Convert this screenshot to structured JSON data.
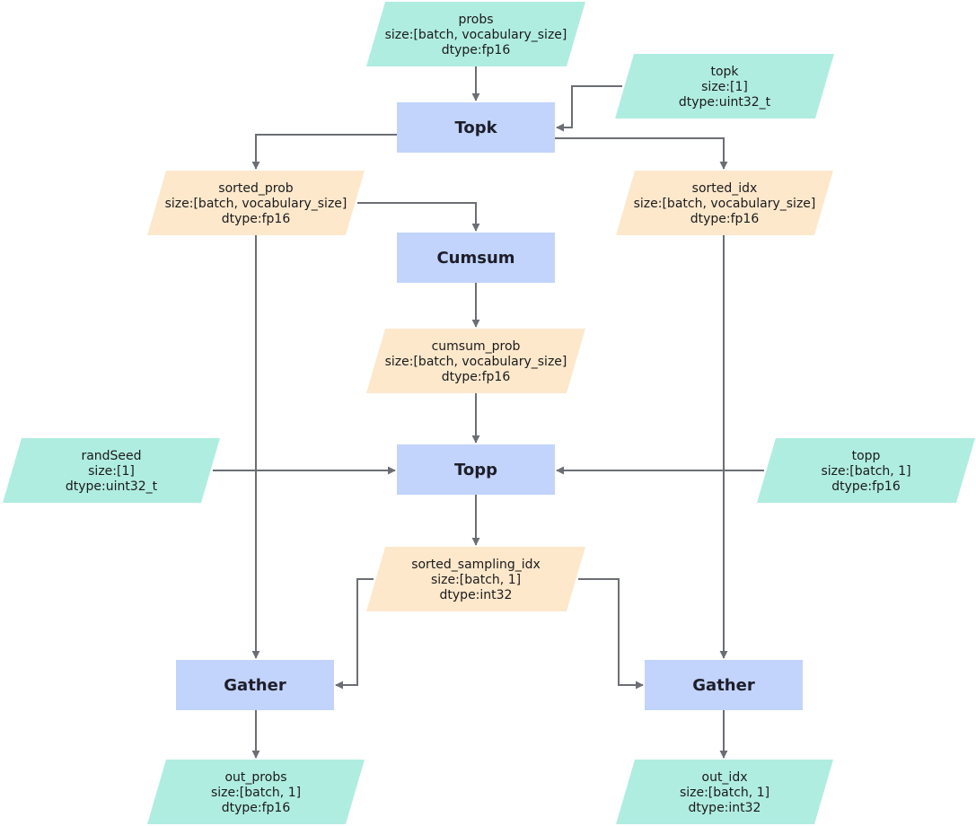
{
  "colors": {
    "input_fill": "#b0ede1",
    "intermediate_fill": "#fde8cc",
    "op_fill": "#c2d4fb",
    "edge": "#6b6e74",
    "background": "#ffffff"
  },
  "nodes": {
    "probs": {
      "kind": "input",
      "lines": [
        "probs",
        "size:[batch, vocabulary_size]",
        "dtype:fp16"
      ]
    },
    "topk_in": {
      "kind": "input",
      "lines": [
        "topk",
        "size:[1]",
        "dtype:uint32_t"
      ]
    },
    "topk_op": {
      "kind": "op",
      "label": "Topk"
    },
    "sorted_prob": {
      "kind": "intermediate",
      "lines": [
        "sorted_prob",
        "size:[batch, vocabulary_size]",
        "dtype:fp16"
      ]
    },
    "sorted_idx": {
      "kind": "intermediate",
      "lines": [
        "sorted_idx",
        "size:[batch, vocabulary_size]",
        "dtype:fp16"
      ]
    },
    "cumsum_op": {
      "kind": "op",
      "label": "Cumsum"
    },
    "cumsum_prob": {
      "kind": "intermediate",
      "lines": [
        "cumsum_prob",
        "size:[batch, vocabulary_size]",
        "dtype:fp16"
      ]
    },
    "randseed": {
      "kind": "input",
      "lines": [
        "randSeed",
        "size:[1]",
        "dtype:uint32_t"
      ]
    },
    "topp_op": {
      "kind": "op",
      "label": "Topp"
    },
    "topp_in": {
      "kind": "input",
      "lines": [
        "topp",
        "size:[batch, 1]",
        "dtype:fp16"
      ]
    },
    "sorted_sampling_idx": {
      "kind": "intermediate",
      "lines": [
        "sorted_sampling_idx",
        "size:[batch, 1]",
        "dtype:int32"
      ]
    },
    "gather_left": {
      "kind": "op",
      "label": "Gather"
    },
    "gather_right": {
      "kind": "op",
      "label": "Gather"
    },
    "out_probs": {
      "kind": "input",
      "lines": [
        "out_probs",
        "size:[batch, 1]",
        "dtype:fp16"
      ]
    },
    "out_idx": {
      "kind": "input",
      "lines": [
        "out_idx",
        "size:[batch, 1]",
        "dtype:int32"
      ]
    }
  },
  "edges": [
    {
      "from": "probs",
      "to": "topk_op"
    },
    {
      "from": "topk_in",
      "to": "topk_op"
    },
    {
      "from": "topk_op",
      "to": "sorted_prob"
    },
    {
      "from": "topk_op",
      "to": "sorted_idx"
    },
    {
      "from": "sorted_prob",
      "to": "cumsum_op"
    },
    {
      "from": "cumsum_op",
      "to": "cumsum_prob"
    },
    {
      "from": "cumsum_prob",
      "to": "topp_op"
    },
    {
      "from": "randseed",
      "to": "topp_op"
    },
    {
      "from": "topp_in",
      "to": "topp_op"
    },
    {
      "from": "topp_op",
      "to": "sorted_sampling_idx"
    },
    {
      "from": "sorted_prob",
      "to": "gather_left"
    },
    {
      "from": "sorted_sampling_idx",
      "to": "gather_left"
    },
    {
      "from": "sorted_sampling_idx",
      "to": "gather_right"
    },
    {
      "from": "sorted_idx",
      "to": "gather_right"
    },
    {
      "from": "gather_left",
      "to": "out_probs"
    },
    {
      "from": "gather_right",
      "to": "out_idx"
    }
  ]
}
